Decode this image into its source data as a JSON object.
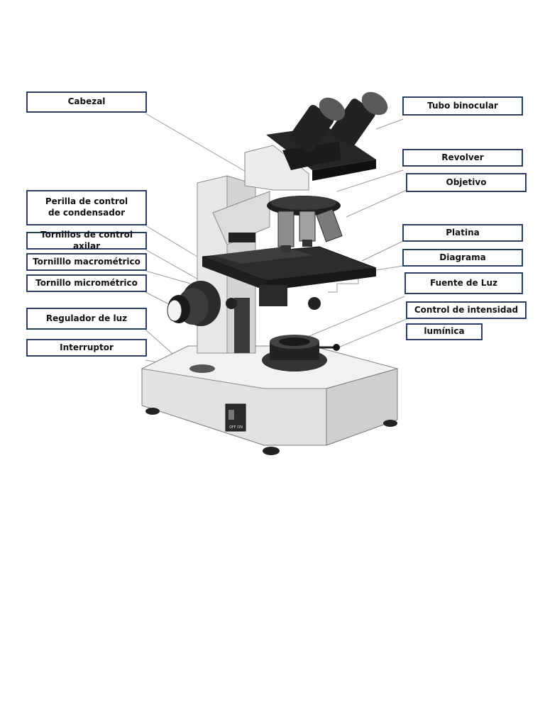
{
  "labels": {
    "cabezal": "Cabezal",
    "perilla_condensador": "Perilla de control de condensador",
    "tornillos_axilar": "Tornillos de control axilar",
    "tornillo_macrometrico": "Tornilllo macrométrico",
    "tornillo_micrometrico": "Tornillo micrométrico",
    "regulador_luz": "Regulador de luz",
    "interruptor": "Interruptor",
    "tubo_binocular": "Tubo binocular",
    "revolver": "Revolver",
    "objetivo": "Objetivo",
    "platina": "Platina",
    "diagrama": "Diagrama",
    "fuente_luz": "Fuente de Luz",
    "control_intensidad": "Control de intensidad",
    "luminica": "lumínica"
  },
  "microscope": {
    "switch_text": "OFF  ON"
  }
}
